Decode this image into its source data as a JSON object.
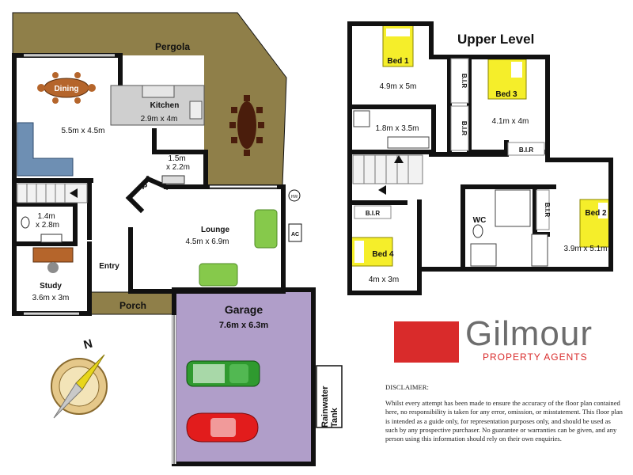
{
  "upper_level_title": "Upper Level",
  "pergola": {
    "label": "Pergola",
    "color": "#8f7f49"
  },
  "dining": {
    "name": "Dining",
    "dims": "5.5m x 4.5m"
  },
  "kitchen": {
    "name": "Kitchen",
    "dims": "2.9m x 4m"
  },
  "laundry": {
    "dims": "1.5m\nx 2.2m"
  },
  "powder": {
    "dims": "1.4m\nx 2.8m"
  },
  "pantry_label": "P",
  "lounge": {
    "name": "Lounge",
    "dims": "4.5m x 6.9m"
  },
  "entry_label": "Entry",
  "study": {
    "name": "Study",
    "dims": "3.6m x 3m"
  },
  "porch_label": "Porch",
  "garage": {
    "name": "Garage",
    "dims": "7.6m x 6.3m",
    "color": "#b09ec9"
  },
  "rainwater_tank": "Rainwater\nTank",
  "ac_label": "AC",
  "hw_label": "HW",
  "bed1": {
    "name": "Bed 1",
    "dims": "4.9m x 5m"
  },
  "bed2": {
    "name": "Bed 2",
    "dims": "3.9m x 5.1m"
  },
  "bed3": {
    "name": "Bed 3",
    "dims": "4.1m x 4m"
  },
  "bed4": {
    "name": "Bed 4",
    "dims": "4m x 3m"
  },
  "bath_upper": {
    "dims": "1.8m x 3.5m"
  },
  "wc_label": "WC",
  "bir_label": "B.I.R",
  "compass_label": "N",
  "logo": {
    "name": "Gilmour",
    "tagline": "PROPERTY AGENTS",
    "accent": "#d92b2b"
  },
  "disclaimer": {
    "title": "DISCLAIMER:",
    "body": "Whilst every attempt has been made to ensure the accuracy of the floor plan contained here, no responsibility is taken for any error, omission, or misstatement. This floor plan is intended as a guide only, for representation purposes only, and should be used as such by any prospective purchaser. No guarantee or warranties can be given, and any person using this information should rely on their own enquiries."
  },
  "colors": {
    "bed_yellow": "#f5ee2a",
    "sofa_green": "#86c94b",
    "sofa_blue": "#6e8fb3",
    "wall": "#111111"
  }
}
